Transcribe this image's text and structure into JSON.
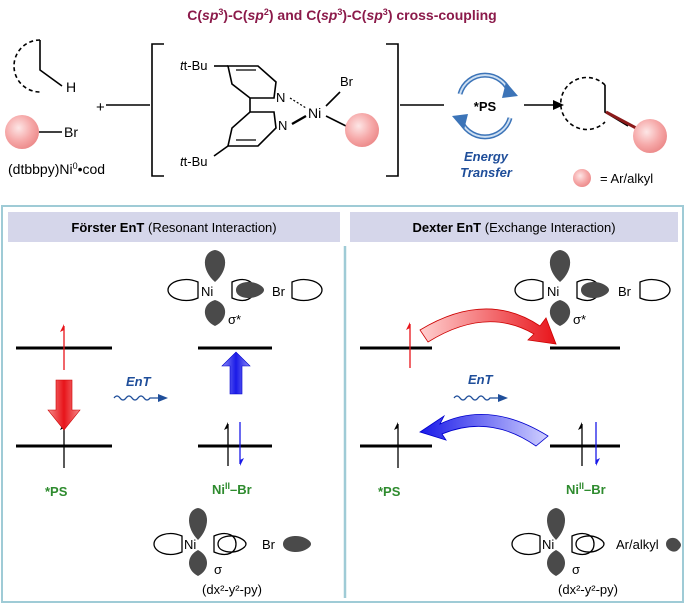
{
  "title": {
    "prefix": "C(",
    "sp3": "sp",
    "sup3": "3",
    "mid1": ")-C(",
    "sp2": "sp",
    "sup2": "2",
    "mid2": ") and C(",
    "sp3b": "sp",
    "sup3b": "3",
    "mid3": ")-C(",
    "sp3c": "sp",
    "sup3c": "3",
    "suffix": ") cross-coupling"
  },
  "scheme": {
    "h_label": "H",
    "plus": "+",
    "br_label": "Br",
    "catalyst_label": "(dtbbpy)Ni",
    "catalyst_sup": "0",
    "catalyst_suffix": "•cod",
    "tbu_top": "t-Bu",
    "tbu_bottom": "t-Bu",
    "n_top": "N",
    "n_bottom": "N",
    "ni_label": "Ni",
    "complex_br": "Br",
    "ps_label": "*PS",
    "energy_line1": "Energy",
    "energy_line2": "Transfer",
    "legend_text": "= Ar/alkyl"
  },
  "colors": {
    "title": "#8b1a4a",
    "blue_text": "#1f4e9a",
    "green_text": "#2e8b2e",
    "panel_border": "#9fcbd6",
    "header_bg": "#d5d6ea",
    "pink": "#f7b5b5",
    "bond_red": "#8b1a1a"
  },
  "forster": {
    "header_bold": "Förster EnT",
    "header_rest": "(Resonant Interaction)",
    "ent_label": "EnT",
    "ps_label": "*PS",
    "ni_label": "Ni",
    "ni_sup": "II",
    "ni_suffix": "–Br",
    "sigma_star": "σ*",
    "sigma": "σ",
    "ni_orbital": "Ni",
    "br_orbital_top": "Br",
    "br_orbital_bottom": "Br",
    "ni_orbital_bottom": "Ni",
    "orbital_caption": "(dx²-y²-py)"
  },
  "dexter": {
    "header_bold": "Dexter EnT",
    "header_rest": "(Exchange Interaction)",
    "ent_label": "EnT",
    "ps_label": "*PS",
    "ni_label": "Ni",
    "ni_sup": "II",
    "ni_suffix": "–Br",
    "sigma_star": "σ*",
    "sigma": "σ",
    "ni_orbital": "Ni",
    "br_orbital_top": "Br",
    "ni_orbital_bottom": "Ni",
    "ar_orbital_bottom": "Ar/alkyl",
    "orbital_caption": "(dx²-y²-py)"
  }
}
